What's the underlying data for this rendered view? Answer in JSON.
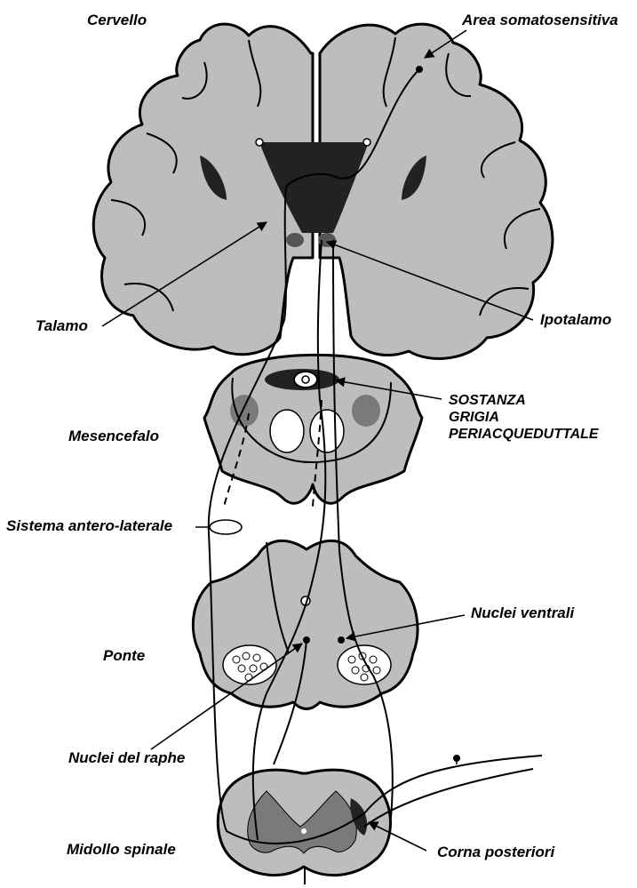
{
  "labels": {
    "cervello": "Cervello",
    "area_somatosensitiva": "Area somatosensitiva",
    "talamo": "Talamo",
    "ipotalamo": "Ipotalamo",
    "mesencefalo": "Mesencefalo",
    "sostanza_line1": "SOSTANZA",
    "sostanza_line2": "GRIGIA",
    "sostanza_line3": "PERIACQUEDUTTALE",
    "sistema_antero_laterale": "Sistema antero-laterale",
    "ponte": "Ponte",
    "nuclei_ventrali": "Nuclei ventrali",
    "nuclei_del_raphe": "Nuclei del raphe",
    "midollo_spinale": "Midollo spinale",
    "corna_posteriori": "Corna posteriori"
  },
  "colors": {
    "tissue": "#bdbdbd",
    "dark_structure": "#222222",
    "nucleus_gray": "#7a7a7a",
    "white_matter": "#ffffff",
    "outline": "#000000"
  }
}
